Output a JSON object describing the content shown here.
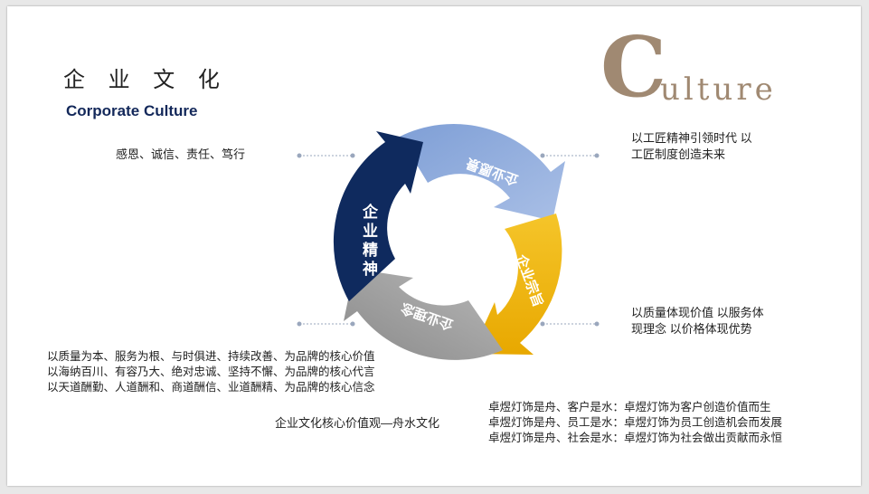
{
  "header": {
    "title_cn": "企 业 文 化",
    "title_en": "Corporate Culture"
  },
  "decoration": {
    "big_letter": "C",
    "rest": "ulture"
  },
  "cycle": {
    "segments": [
      {
        "label": "企业精神",
        "color": "#0f2a5e"
      },
      {
        "label": "企业愿景",
        "color": "#8fabd9"
      },
      {
        "label": "企业宗旨",
        "color": "#f3bb1b"
      },
      {
        "label": "企业理念",
        "color": "#9a9a9a"
      }
    ]
  },
  "texts": {
    "spirit": "感恩、诚信、责任、笃行",
    "vision": [
      "以工匠精神引领时代 以",
      "工匠制度创造未来"
    ],
    "purpose": [
      "以质量体现价值 以服务体",
      "现理念 以价格体现优势"
    ],
    "philosophy": [
      "以质量为本、服务为根、与时俱进、持续改善、为品牌的核心价值",
      "以海纳百川、有容乃大、绝对忠诚、坚持不懈、为品牌的核心代言",
      "以天道酬勤、人道酬和、商道酬信、业道酬精、为品牌的核心信念"
    ],
    "core_value": "企业文化核心价值观—舟水文化",
    "boat_water": [
      "卓煜灯饰是舟、客户是水：卓煜灯饰为客户创造价值而生",
      "卓煜灯饰是舟、员工是水：卓煜灯饰为员工创造机会而发展",
      "卓煜灯饰是舟、社会是水：卓煜灯饰为社会做出贡献而永恒"
    ]
  }
}
